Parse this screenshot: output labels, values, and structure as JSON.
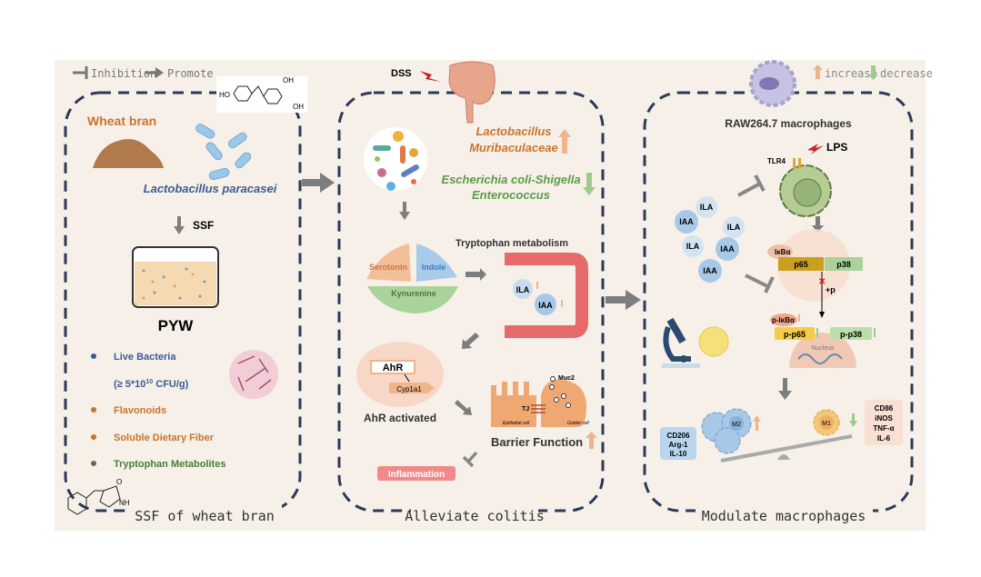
{
  "legend": {
    "inhibition": "Inhibition",
    "promote": "Promote",
    "increase": "increase",
    "decrease": "decrease"
  },
  "colors": {
    "background": "#f6f0e9",
    "dashed_border": "#2b3a55",
    "increase": "#f0b48a",
    "decrease": "#9dcc8a",
    "orange_text": "#c8732e",
    "blue_text": "#3d5a94",
    "green_text": "#4d7a3a"
  },
  "panel1": {
    "title": "SSF of wheat bran",
    "wheat_bran": "Wheat bran",
    "bacteria": "Lactobacillus paracasei",
    "process": "SSF",
    "product": "PYW",
    "components": [
      {
        "label": "Live Bacteria",
        "color": "#3d5a94"
      },
      {
        "label_pre": "(≥ 5*10",
        "label_sup": "10",
        "label_post": " CFU/g)",
        "color": "#3d5a94"
      },
      {
        "label": "Flavonoids",
        "color": "#c8732e"
      },
      {
        "label": "Soluble Dietary Fiber",
        "color": "#c8732e"
      },
      {
        "label": "Tryptophan Metabolites",
        "color": "#4d7a3a"
      }
    ],
    "chem_top": {
      "oh1": "OH",
      "oh2": "OH",
      "ho": "HO"
    },
    "chem_bottom": {
      "o": "O",
      "nh": "NH"
    }
  },
  "panel2": {
    "title": "Alleviate colitis",
    "dss": "DSS",
    "increased_taxa": [
      "Lactobacillus",
      "Muribaculaceae"
    ],
    "decreased_taxa": [
      "Escherichia coli-Shigella",
      "Enterococcus"
    ],
    "tryptophan_title": "Tryptophan metabolism",
    "pathways": [
      "Serotonin",
      "Indole",
      "Kynurenine"
    ],
    "metabolites": [
      "ILA",
      "IAA"
    ],
    "ahr": "AhR",
    "cyp": "Cyp1a1",
    "ahr_activated": "AhR activated",
    "muc2": "Muc2",
    "tj": "TJ",
    "epithelial": "Epithelial cell",
    "goblet": "Goblet cell",
    "barrier": "Barrier Function",
    "inflammation": "Inflammation"
  },
  "panel3": {
    "title": "Modulate macrophages",
    "cell_line": "RAW264.7 macrophages",
    "lps": "LPS",
    "tlr4": "TLR4",
    "bubbles": [
      "ILA",
      "IAA",
      "ILA",
      "ILA",
      "IAA",
      "IAA"
    ],
    "ikba": "IκBα",
    "p65": "p65",
    "p38": "p38",
    "plus_p": "+p",
    "p_ikba": "p-IκBα",
    "p_p65": "p-p65",
    "p_p38": "p-p38",
    "nucleus": "Nucleus",
    "m2_markers": [
      "CD206",
      "Arg-1",
      "IL-10"
    ],
    "m1_markers": [
      "CD86",
      "iNOS",
      "TNF-α",
      "IL-6"
    ],
    "m2": "M2",
    "m1": "M1"
  }
}
